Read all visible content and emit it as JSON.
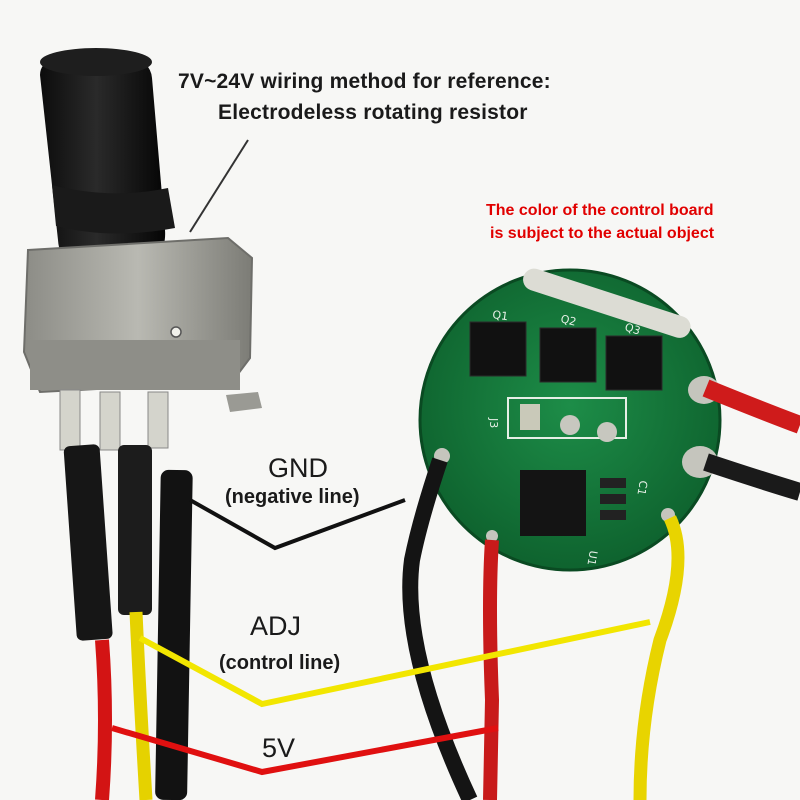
{
  "caption": {
    "line1": "7V~24V wiring method for reference:",
    "line2": "Electrodeless rotating resistor"
  },
  "note": {
    "line1": "The color of the control board",
    "line2": "is subject to the actual object",
    "color": "#e10000"
  },
  "wires": {
    "gnd": {
      "label": "GND",
      "sub": "(negative line)",
      "color": "#111111"
    },
    "adj": {
      "label": "ADJ",
      "sub": "(control line)",
      "color": "#f2e600"
    },
    "vcc": {
      "label": "5V",
      "color": "#e01010"
    }
  },
  "board": {
    "silkscreen": [
      "Q1",
      "Q2",
      "Q3",
      "J3",
      "U1",
      "C1"
    ],
    "pcb_color": "#127a3a"
  }
}
